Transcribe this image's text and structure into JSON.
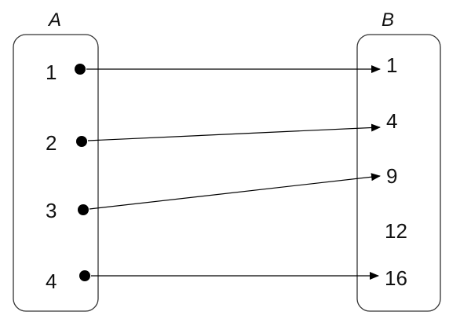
{
  "diagram": {
    "type": "mapping",
    "domain": {
      "label": "A",
      "elements": [
        "1",
        "2",
        "3",
        "4"
      ]
    },
    "codomain": {
      "label": "B",
      "elements": [
        "1",
        "4",
        "9",
        "12",
        "16"
      ]
    },
    "mappings": [
      {
        "from": "1",
        "to": "1"
      },
      {
        "from": "2",
        "to": "4"
      },
      {
        "from": "3",
        "to": "9"
      },
      {
        "from": "4",
        "to": "16"
      }
    ]
  }
}
